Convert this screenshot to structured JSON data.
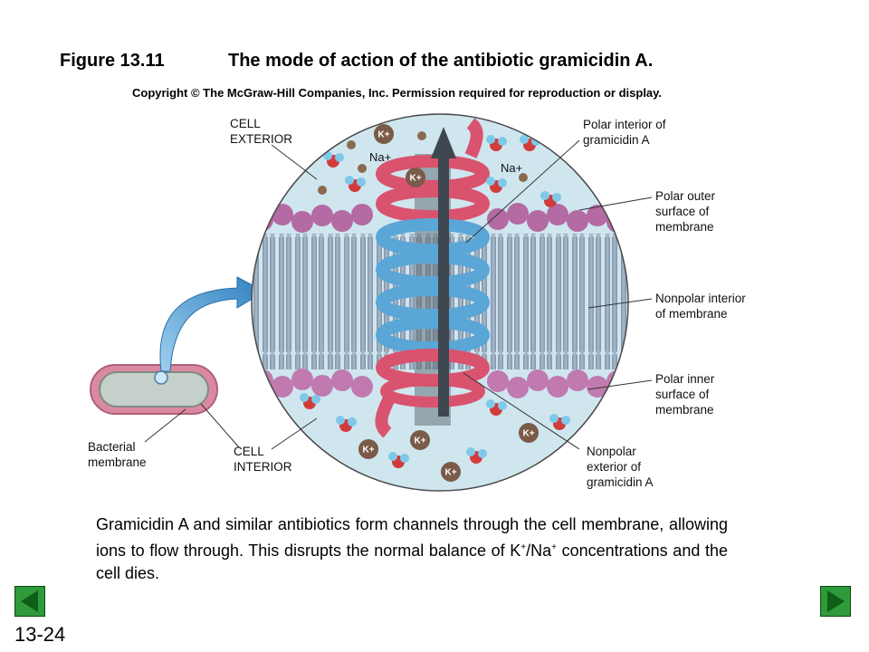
{
  "figure": {
    "number": "Figure 13.11",
    "title": "The mode of action of the antibiotic gramicidin A."
  },
  "copyright": "Copyright © The McGraw-Hill Companies, Inc. Permission required for reproduction or display.",
  "labels": {
    "cell_exterior": "CELL\nEXTERIOR",
    "cell_interior": "CELL\nINTERIOR",
    "bacterial_membrane": "Bacterial\nmembrane",
    "polar_interior": "Polar interior of\ngramicidin A",
    "polar_outer": "Polar outer\nsurface of\nmembrane",
    "nonpolar_interior": "Nonpolar interior\nof membrane",
    "polar_inner": "Polar inner\nsurface of\nmembrane",
    "nonpolar_exterior": "Nonpolar\nexterior of\ngramicidin A"
  },
  "ions": {
    "potassium": "K+",
    "sodium": "Na+"
  },
  "caption": {
    "line1": "Gramicidin A and similar antibiotics form channels through the cell membrane, allowing ions to flow through. This disrupts the normal balance of K",
    "k_sup": "+",
    "slash": "/Na",
    "na_sup": "+",
    "tail": " concentrations and the cell dies."
  },
  "slide_number": "13-24",
  "nav": {
    "prev_icon": "triangle-left-icon",
    "next_icon": "triangle-right-icon"
  },
  "colors": {
    "extracellular": "#cfe6ef",
    "headgroup": "#b46aa3",
    "lipid_tail": "#8fa2b8",
    "helix_red": "#d9536e",
    "helix_blue": "#5aa6d6",
    "nav_green": "#1f8a2e"
  }
}
